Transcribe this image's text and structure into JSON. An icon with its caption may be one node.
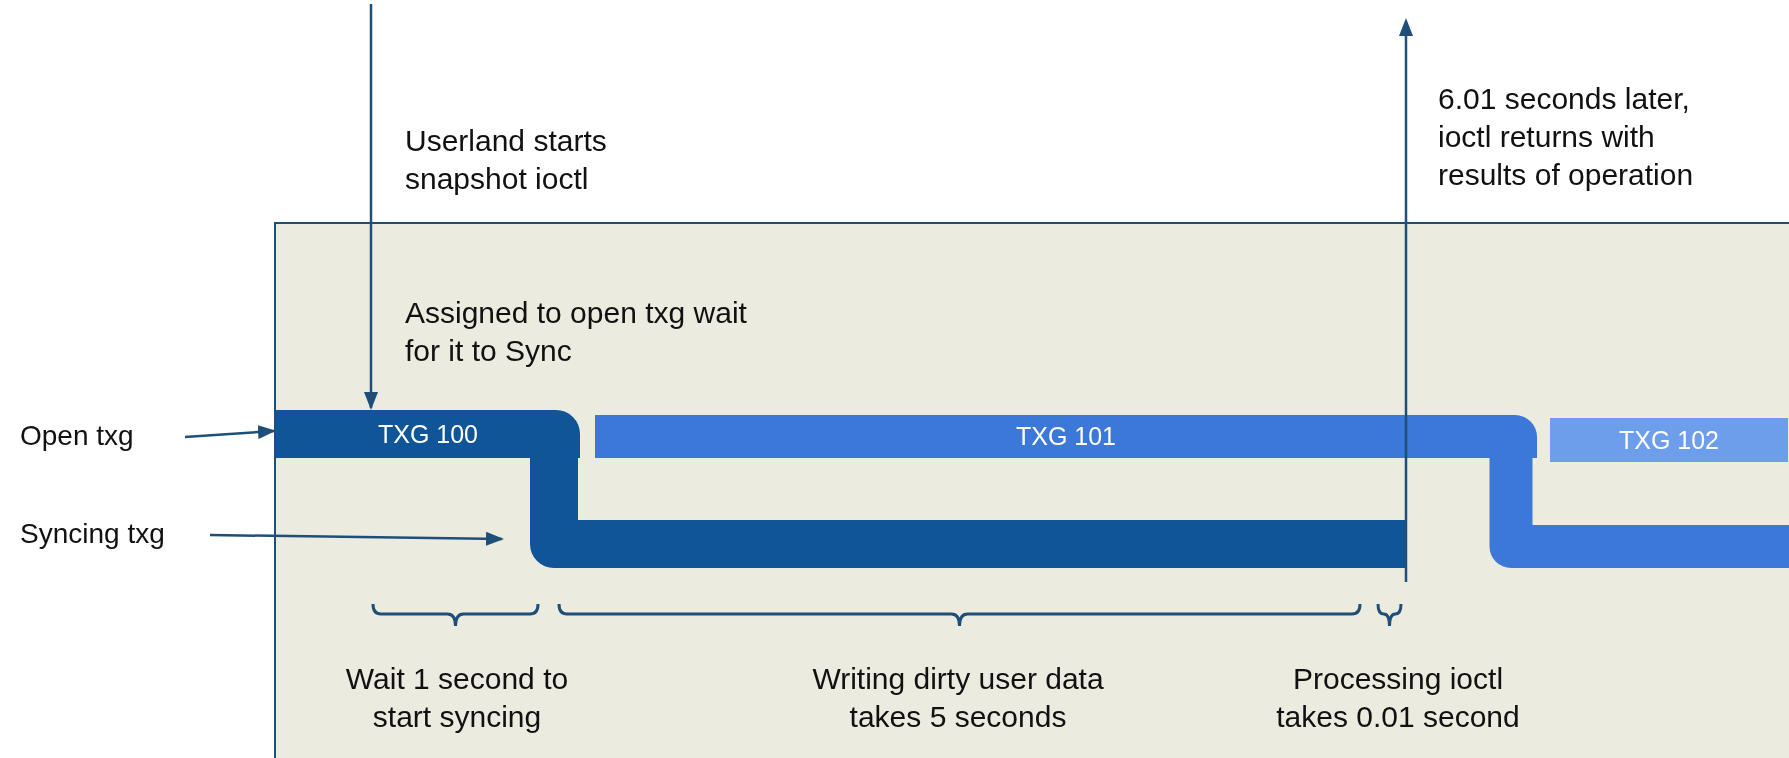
{
  "diagram": {
    "nodes": [
      {
        "text": [],
        "shape": "box"
      },
      {
        "text": [
          "TXG 100"
        ],
        "in": 0
      },
      {
        "text": [
          "TXG 101"
        ],
        "in": 0
      },
      {
        "text": [
          "TXG 102"
        ],
        "in": 0
      },
      {
        "text": [
          "Open txg"
        ]
      },
      {
        "text": [
          "Syncing txg"
        ]
      }
    ],
    "edges": [
      {
        "from": null,
        "to": 1,
        "arrow": "to"
      },
      {
        "from": 4,
        "to": 1,
        "arrow": "to"
      },
      {
        "from": 5,
        "to": null,
        "arrow": "to"
      }
    ],
    "labels": [
      "6.01 seconds later, ioctl returns with results of operation",
      "Userland starts snapshot ioctl",
      "Assigned to open txg wait for it to Sync",
      "Wait 1 second to start syncing",
      "Writing dirty user data takes 5 seconds",
      "Processing ioctl takes 0.01 second"
    ]
  }
}
